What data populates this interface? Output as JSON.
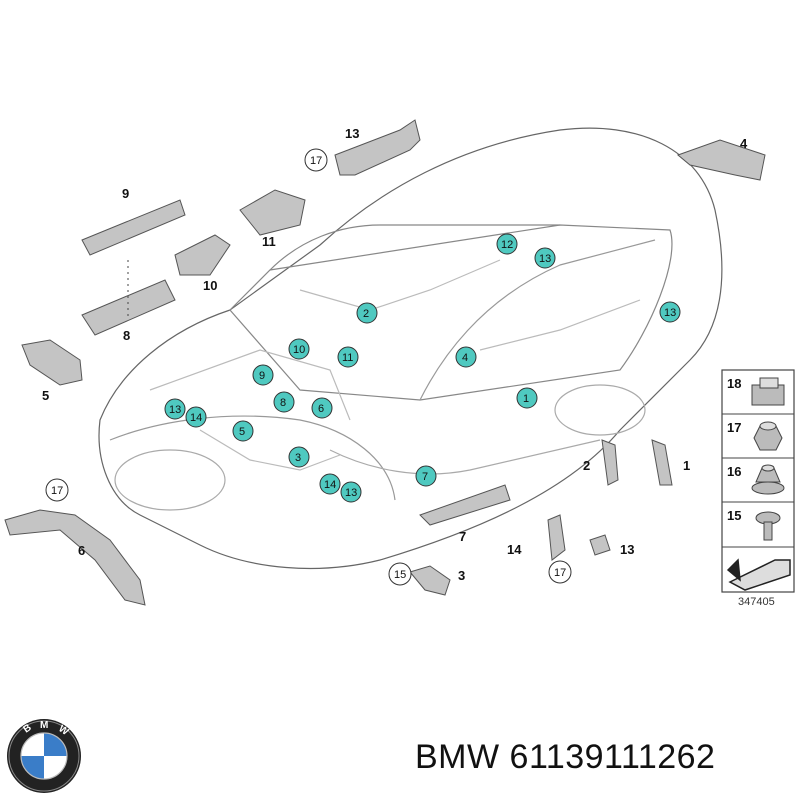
{
  "diagram": {
    "callouts_outside": {
      "c13_top": "13",
      "c17_top": "17",
      "c4_right": "4",
      "c9": "9",
      "c11": "11",
      "c10": "10",
      "c8": "8",
      "c5": "5",
      "c17_left": "17",
      "c6": "6",
      "c2_right": "2",
      "c1_right": "1",
      "c7": "7",
      "c14_bottom": "14",
      "c17_bottom": "17",
      "c13_bottom": "13",
      "c15_bottom": "15",
      "c3_bottom": "3"
    },
    "callouts_on_car": {
      "b12": "12",
      "b13a": "13",
      "b13b": "13",
      "b2": "2",
      "b10": "10",
      "b11": "11",
      "b4": "4",
      "b9": "9",
      "b8": "8",
      "b6": "6",
      "b13c": "13",
      "b14a": "14",
      "b5": "5",
      "b1": "1",
      "b3": "3",
      "b7": "7",
      "b14b": "14",
      "b13d": "13"
    },
    "legend": {
      "items": [
        {
          "number": "18",
          "icon": "clip-nut-icon"
        },
        {
          "number": "17",
          "icon": "hex-nut-icon"
        },
        {
          "number": "16",
          "icon": "hex-nut-flanged-icon"
        },
        {
          "number": "15",
          "icon": "screw-icon"
        },
        {
          "number": "",
          "icon": "arrow-icon"
        }
      ],
      "reference": "347405"
    },
    "colors": {
      "callout_fill": "#4fc9c0",
      "line": "#555555",
      "part_fill": "#b9b9b9"
    }
  },
  "branding": {
    "logo_text": "BMW",
    "caption": "BMW 61139111262"
  }
}
